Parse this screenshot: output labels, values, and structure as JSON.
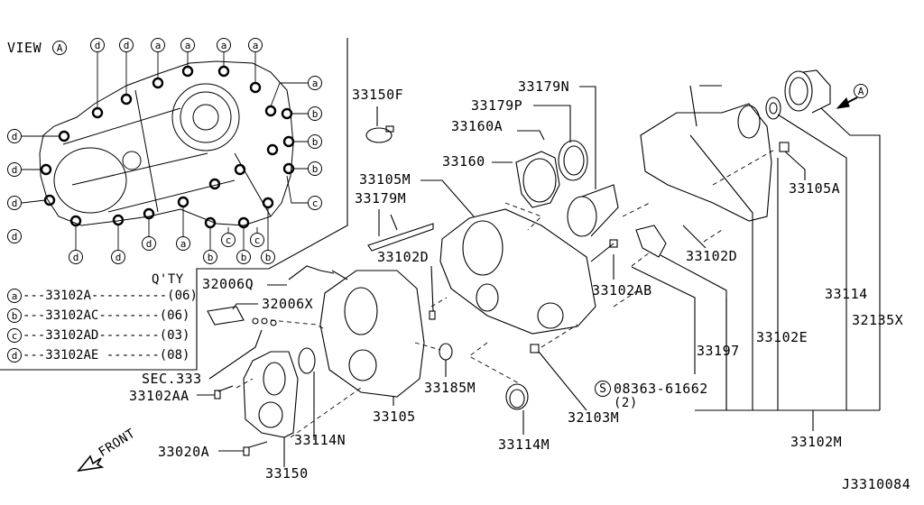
{
  "diagram_id": "J3310084",
  "view_label": {
    "text": "VIEW",
    "callout": "A"
  },
  "front_label": "FRONT",
  "qty_legend": {
    "header": "Q'TY",
    "rows": [
      {
        "callout": "a",
        "part": "33102A",
        "dashes": "----------",
        "qty": "(06)"
      },
      {
        "callout": "b",
        "part": "33102AC",
        "dashes": "--------",
        "qty": "(06)"
      },
      {
        "callout": "c",
        "part": "33102AD",
        "dashes": "--------",
        "qty": "(03)"
      },
      {
        "callout": "d",
        "part": "33102AE",
        "dashes": " -------",
        "qty": "(08)"
      }
    ]
  },
  "view_a_bolt_callouts": {
    "top": [
      "d",
      "d",
      "a",
      "a",
      "a",
      "a"
    ],
    "right": [
      "a",
      "b",
      "b",
      "b",
      "c"
    ],
    "left": [
      "d",
      "d",
      "d",
      "d"
    ],
    "bottom": [
      "d",
      "d",
      "d",
      "a",
      "b",
      "b",
      "b"
    ],
    "inner": [
      "c",
      "c"
    ]
  },
  "view_a_arrow_callout": "A",
  "parts": {
    "p33150F": "33150F",
    "p33179N": "33179N",
    "p33179P": "33179P",
    "p33160A": "33160A",
    "p33160": "33160",
    "p33105M": "33105M",
    "p33179M": "33179M",
    "p33102D_left": "33102D",
    "p33102D_right": "33102D",
    "p33105A": "33105A",
    "p32006Q": "32006Q",
    "p32006X": "32006X",
    "sec333": "SEC.333",
    "p33102AA": "33102AA",
    "p33102AB": "33102AB",
    "p33020A": "33020A",
    "p33150": "33150",
    "p33114N": "33114N",
    "p33105": "33105",
    "p33185M": "33185M",
    "p33114M": "33114M",
    "p32103M": "32103M",
    "p33197": "33197",
    "p33102E": "33102E",
    "p33114": "33114",
    "p32135X": "32135X",
    "p33102M": "33102M",
    "std_part": {
      "symbol": "S",
      "number": "08363-61662",
      "qty": "(2)"
    }
  }
}
